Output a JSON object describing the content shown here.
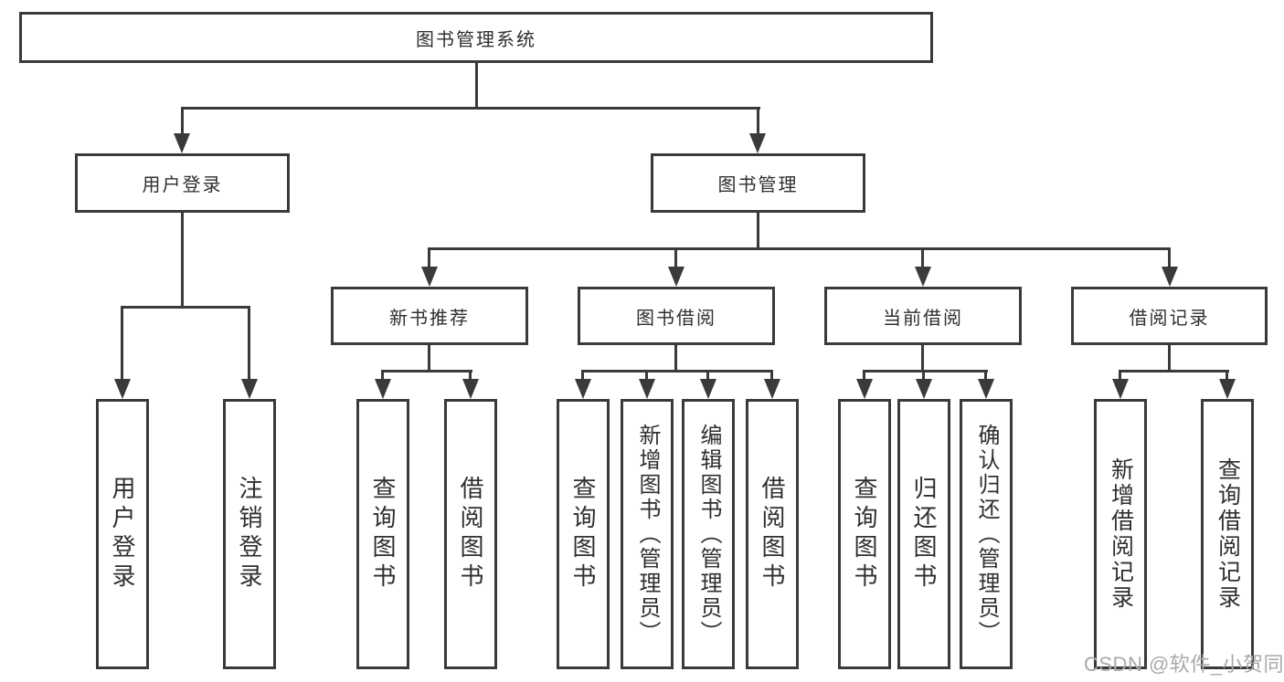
{
  "colors": {
    "line": "#3a3a3a",
    "text": "#2f2f2f",
    "watermark": "#a9a9a9",
    "background": "#ffffff"
  },
  "nodes": {
    "root": "图书管理系统",
    "user_login": "用户登录",
    "book_management": "图书管理",
    "new_book_recommend": "新书推荐",
    "book_borrowing": "图书借阅",
    "current_borrowing": "当前借阅",
    "borrowing_records": "借阅记录"
  },
  "leaves": {
    "user_login": [
      "用户登录",
      "注销登录"
    ],
    "new_book_recommend": [
      "查询图书",
      "借阅图书"
    ],
    "book_borrowing": [
      "查询图书",
      "新增图书（管理员）",
      "编辑图书（管理员）",
      "借阅图书"
    ],
    "current_borrowing": [
      "查询图书",
      "归还图书",
      "确认归还（管理员）"
    ],
    "borrowing_records": [
      "新增借阅记录",
      "查询借阅记录"
    ]
  },
  "watermark": {
    "text": "CSDN @软件_小贺同学"
  }
}
